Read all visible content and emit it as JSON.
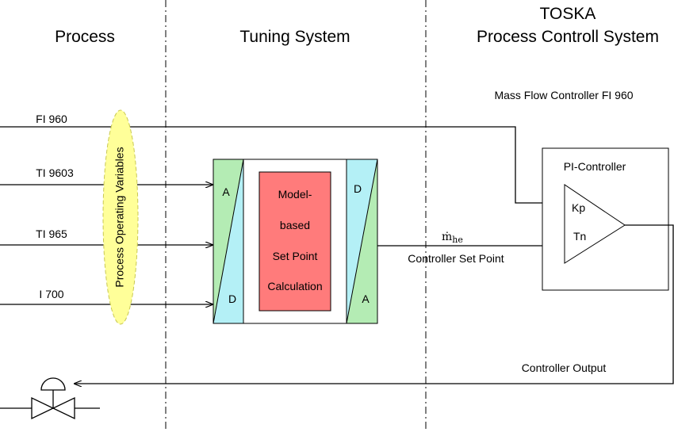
{
  "headers": {
    "process": "Process",
    "tuning": "Tuning System",
    "toska": "TOSKA",
    "pcs": "Process Controll System"
  },
  "inputs": [
    {
      "label": "FI 960"
    },
    {
      "label": "TI 9603"
    },
    {
      "label": "TI 965"
    },
    {
      "label": "I 700"
    }
  ],
  "operating_variables": "Process Operating Variables",
  "converter_left": {
    "top": "A",
    "bottom": "D"
  },
  "converter_right": {
    "top": "D",
    "bottom": "A"
  },
  "model_block": {
    "lines": [
      "Model-",
      "based",
      "Set Point",
      "Calculation"
    ]
  },
  "mass_flow_label": "Mass Flow Controller FI 960",
  "setpoint": {
    "symbol": "ṁ",
    "subscript": "he",
    "label": "Controller Set Point"
  },
  "pi_controller": {
    "title": "PI-Controller",
    "kp": "Kp",
    "tn": "Tn"
  },
  "controller_output": "Controller Output",
  "colors": {
    "ellipse_fill": "#ffff99",
    "ellipse_stroke": "#c8c850",
    "converter_green": "#b4ecb4",
    "converter_cyan": "#b4f0f6",
    "model_fill": "#ff7b7b",
    "line": "#000000"
  },
  "icons": {
    "valve": "control-valve-icon"
  }
}
